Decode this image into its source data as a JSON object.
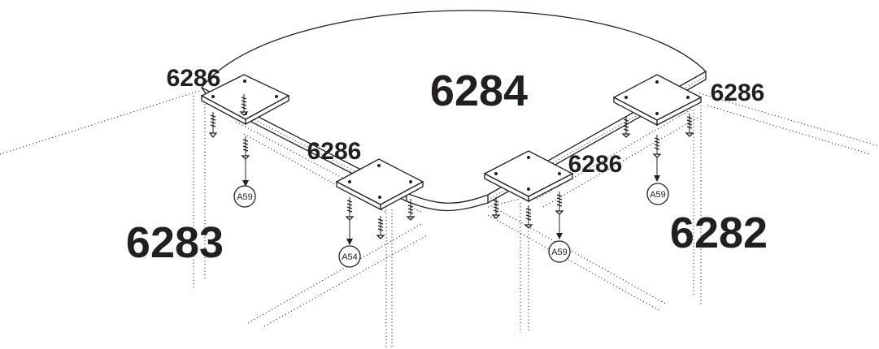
{
  "labels": {
    "top": "6284",
    "left": "6283",
    "right": "6282",
    "bracket_a": "6286",
    "bracket_b": "6286",
    "bracket_c": "6286",
    "bracket_d": "6286"
  },
  "callouts": {
    "left": "A59",
    "center_left": "A54",
    "center_right": "A59",
    "right": "A59"
  },
  "colors": {
    "ink": "#231f20",
    "background": "#ffffff"
  }
}
